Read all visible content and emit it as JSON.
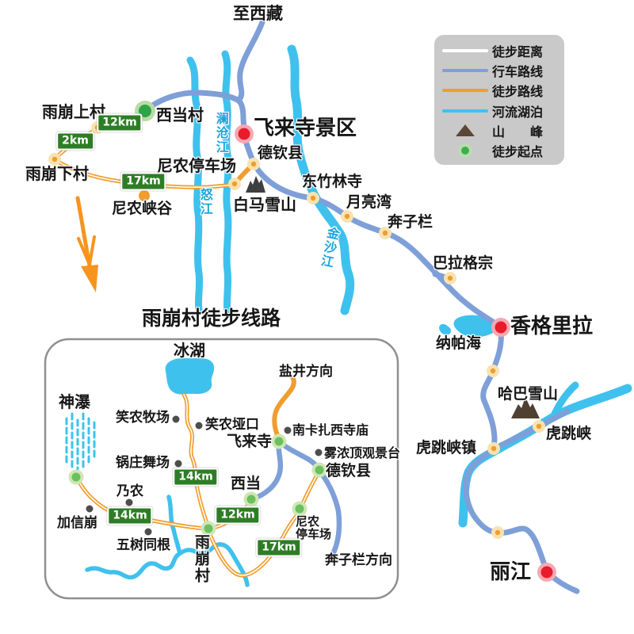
{
  "colors": {
    "road_blue": "#7e9fd8",
    "trail_orange": "#f09d2e",
    "river_cyan": "#3fc1ee",
    "badge_green": "#2e7d26",
    "city_red": "#e81c2a",
    "city_ring_pink": "#f4a9b3",
    "start_green": "#2fa348",
    "waypoint_ring": "#f8e3b0",
    "waypoint_center": "#f09d2e",
    "poi_dark": "#4d4d4d",
    "mountain_dark": "#3f3f3f",
    "mountain_brown": "#5a4736",
    "arrow_orange": "#f7941d"
  },
  "legend": {
    "items": [
      {
        "swatch": "white-line",
        "label": "徒步距离"
      },
      {
        "swatch": "blue-line",
        "label": "行车路线"
      },
      {
        "swatch": "orange-line",
        "label": "徒步路线"
      },
      {
        "swatch": "cyan-line",
        "label": "河流湖泊"
      },
      {
        "swatch": "mountain-icon",
        "label": "山　　峰"
      },
      {
        "swatch": "start-dot-icon",
        "label": "徒步起点"
      }
    ]
  },
  "main_map": {
    "labels": {
      "to_tibet": "至西藏",
      "yubeng_upper": "雨崩上村",
      "xidang_village": "西当村",
      "yubeng_lower": "雨崩下村",
      "ninong_parking": "尼农停车场",
      "ninong_canyon": "尼农峡谷",
      "feilai_scenic": "飞来寺景区",
      "deqin_county": "德钦县",
      "baima_snow": "白马雪山",
      "dongzhulin_temple": "东竹林寺",
      "moon_bay": "月亮湾",
      "benzilan": "奔子栏",
      "balagezong": "巴拉格宗",
      "napa_lake": "纳帕海",
      "shangrila": "香格里拉",
      "haba_snow": "哈巴雪山",
      "tiger_leaping_gorge": "虎跳峡",
      "tiger_leaping_gorge_town": "虎跳峡镇",
      "lijiang": "丽江",
      "lancang_river": "澜沧江",
      "nu_river": "怒江",
      "jinsha_river": "金沙江"
    },
    "badges": {
      "xidang_to_upper": "12km",
      "upper_to_lower": "2km",
      "lower_to_ninong": "17km"
    }
  },
  "inset": {
    "title": "雨崩村徒步线路",
    "labels": {
      "ice_lake": "冰湖",
      "sacred_waterfall": "神瀑",
      "xiaonong_pasture": "笑农牧场",
      "xiaonong_pass": "笑农垭口",
      "guozhuang_dance_ground": "锅庄舞场",
      "feilai_temple": "飞来寺",
      "nainong": "乃农",
      "jiaxinbeng": "加信崩",
      "five_trees_same_root": "五树同根",
      "yubeng_village": "雨崩村",
      "xidang": "西当",
      "deqin_county": "德钦县",
      "ninong_parking_line1": "尼农",
      "ninong_parking_line2": "停车场",
      "yanjing_direction": "盐井方向",
      "nanka_zhaxi_temple": "南卡扎西寺庙",
      "wunongding_deck": "雾浓顶观景台",
      "benzilan_direction": "奔子栏方向"
    },
    "badges": {
      "icelake_route": "14km",
      "waterfall_route": "14km",
      "xidang_route": "12km",
      "ninong_route": "17km"
    }
  }
}
